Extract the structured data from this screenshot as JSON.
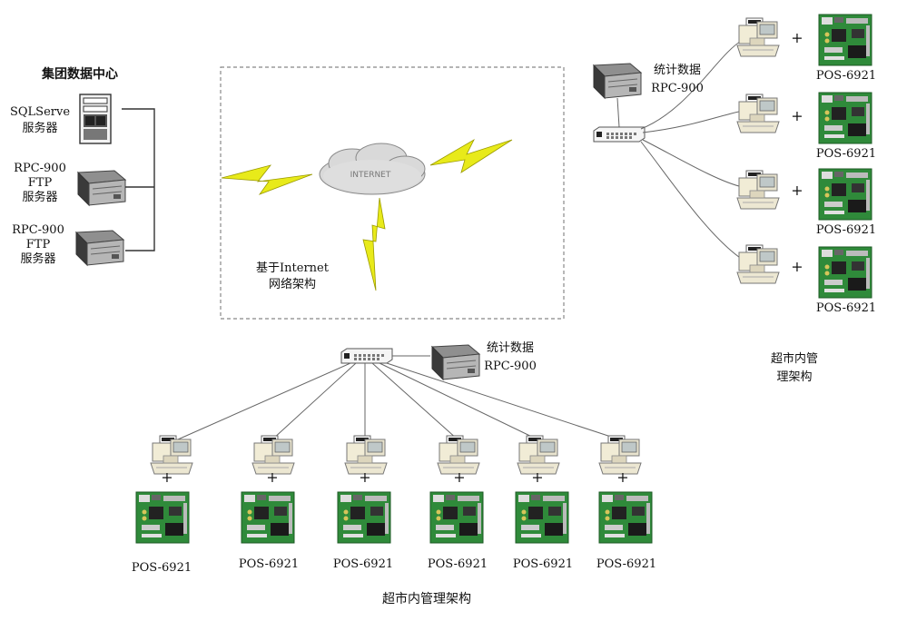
{
  "data_center": {
    "title": "集团数据中心",
    "sql_server_line1": "SQLServe",
    "sql_server_line2": "服务器",
    "ftp1_line1": "RPC-900",
    "ftp1_line2": "FTP",
    "ftp1_line3": "服务器",
    "ftp2_line1": "RPC-900",
    "ftp2_line2": "FTP",
    "ftp2_line3": "服务器"
  },
  "internet": {
    "label_line1": "基于Internet",
    "label_line2": "网络架构",
    "cloud_text": "INTERNET"
  },
  "store_right": {
    "server_line1": "统计数据",
    "server_line2": "RPC-900",
    "pos_labels": [
      "POS-6921",
      "POS-6921",
      "POS-6921",
      "POS-6921"
    ],
    "plus": "+",
    "caption_line1": "超市内管",
    "caption_line2": "理架构"
  },
  "store_bottom": {
    "server_line1": "统计数据",
    "server_line2": "RPC-900",
    "pos_labels": [
      "POS-6921",
      "POS-6921",
      "POS-6921",
      "POS-6921",
      "POS-6921",
      "POS-6921"
    ],
    "plus": "+",
    "caption": "超市内管理架构"
  },
  "colors": {
    "lightning": "#e8ea1a",
    "board": "#2f8a3a",
    "terminal": "#e9e4cf",
    "cloud": "#d9d9d9"
  }
}
